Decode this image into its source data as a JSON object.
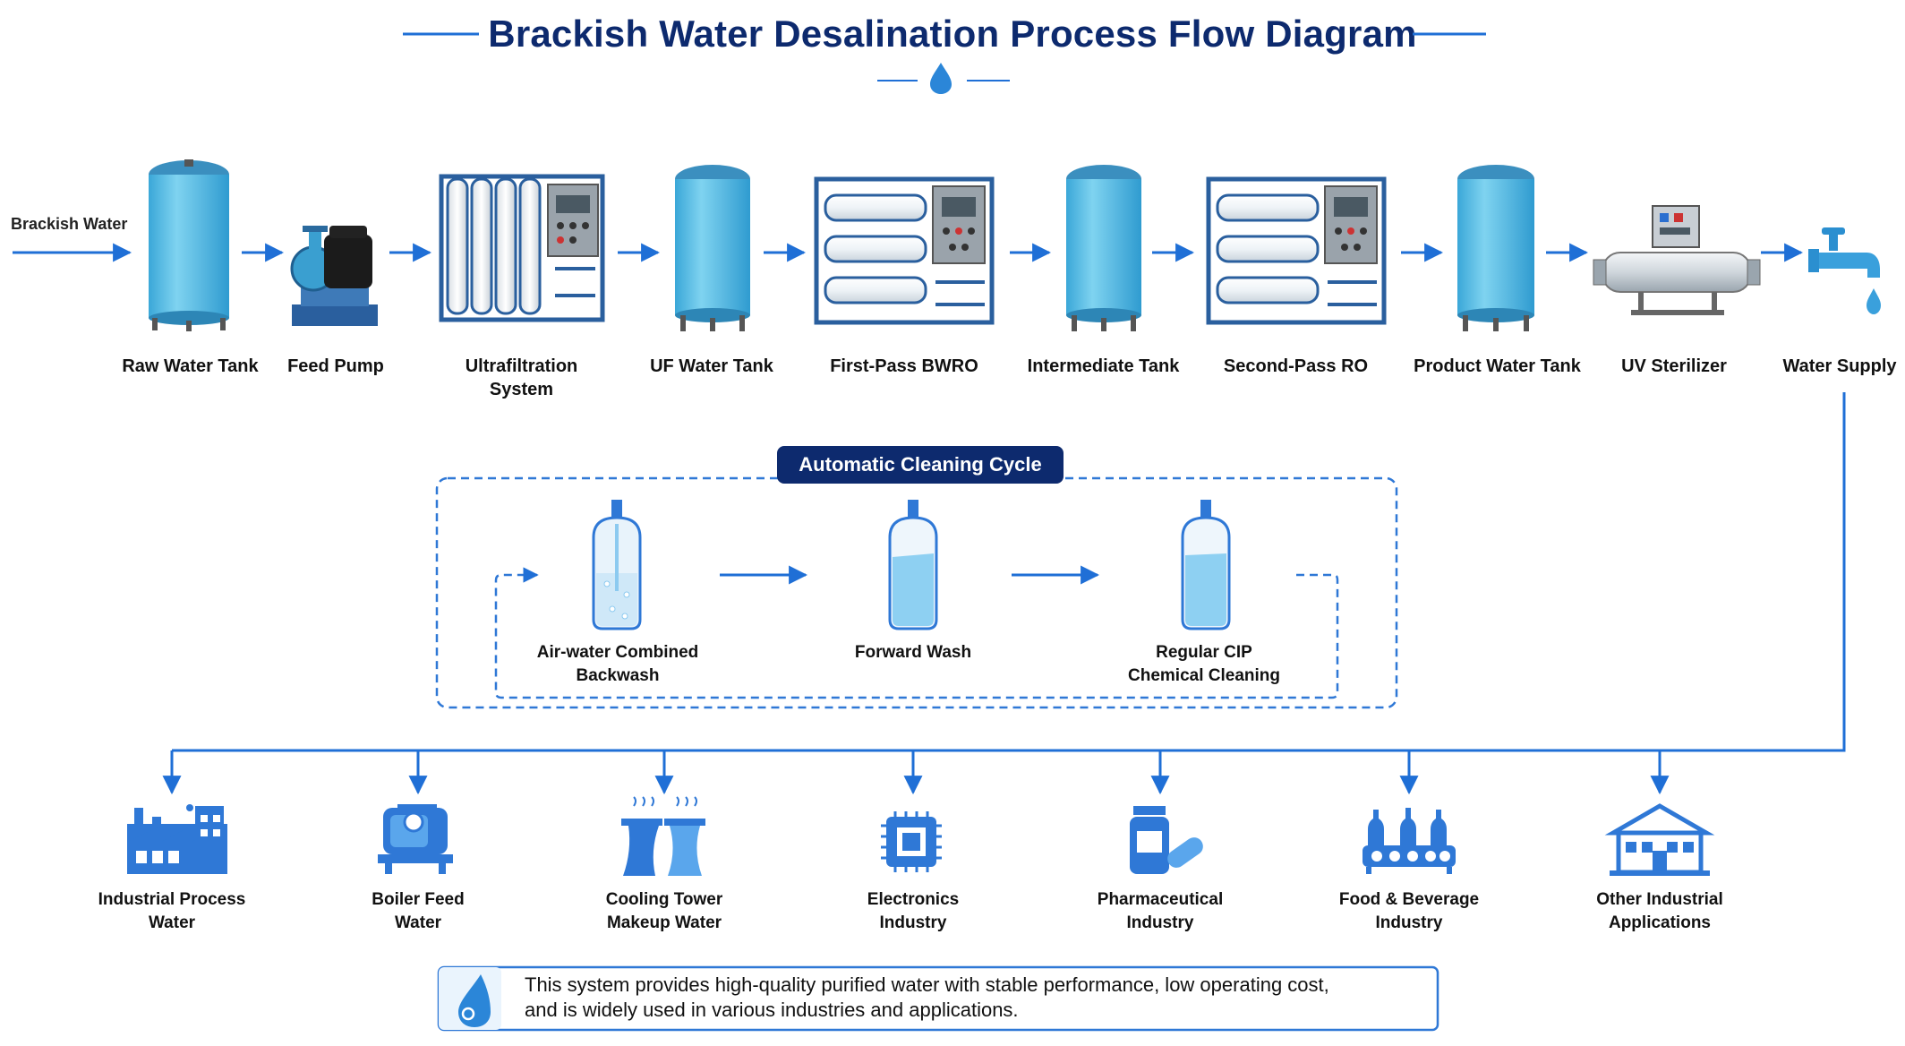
{
  "title": "Brackish Water Desalination Process Flow Diagram",
  "colors": {
    "navy": "#0d2a6e",
    "accent": "#1f6fd6",
    "tank": "#5cc3e6",
    "tank_dark": "#2b8fbe",
    "water": "#8ed0f2"
  },
  "input": {
    "label": "Brackish Water"
  },
  "process": [
    {
      "label": "Raw Water Tank",
      "icon": "tank-icon"
    },
    {
      "label": "Feed Pump",
      "icon": "pump-icon"
    },
    {
      "label": "Ultrafiltration System",
      "icon": "membrane-rack-icon"
    },
    {
      "label": "UF Water Tank",
      "icon": "tank-icon"
    },
    {
      "label": "First-Pass BWRO",
      "icon": "ro-rack-icon"
    },
    {
      "label": "Intermediate Tank",
      "icon": "tank-icon"
    },
    {
      "label": "Second-Pass RO",
      "icon": "ro-rack-icon"
    },
    {
      "label": "Product Water Tank",
      "icon": "tank-icon"
    },
    {
      "label": "UV Sterilizer",
      "icon": "uv-sterilizer-icon"
    },
    {
      "label": "Water Supply",
      "icon": "faucet-icon"
    }
  ],
  "cleaning": {
    "title": "Automatic Cleaning Cycle",
    "steps": [
      {
        "label_line1": "Air-water Combined",
        "label_line2": "Backwash",
        "icon": "backwash-vessel-icon"
      },
      {
        "label_line1": "Forward Wash",
        "label_line2": "",
        "icon": "forward-wash-vessel-icon"
      },
      {
        "label_line1": "Regular CIP",
        "label_line2": "Chemical Cleaning",
        "icon": "cip-vessel-icon"
      }
    ]
  },
  "applications": [
    {
      "label_line1": "Industrial Process",
      "label_line2": "Water",
      "icon": "factory-icon"
    },
    {
      "label_line1": "Boiler Feed",
      "label_line2": "Water",
      "icon": "boiler-icon"
    },
    {
      "label_line1": "Cooling Tower",
      "label_line2": "Makeup Water",
      "icon": "cooling-tower-icon"
    },
    {
      "label_line1": "Electronics",
      "label_line2": "Industry",
      "icon": "chip-icon"
    },
    {
      "label_line1": "Pharmaceutical",
      "label_line2": "Industry",
      "icon": "pharma-icon"
    },
    {
      "label_line1": "Food & Beverage",
      "label_line2": "Industry",
      "icon": "bottling-icon"
    },
    {
      "label_line1": "Other Industrial",
      "label_line2": "Applications",
      "icon": "building-icon"
    }
  ],
  "footer": {
    "line1": "This system provides high-quality purified water with stable performance, low operating cost,",
    "line2": "and is widely used in various industries and applications.",
    "icon": "water-drop-icon"
  }
}
